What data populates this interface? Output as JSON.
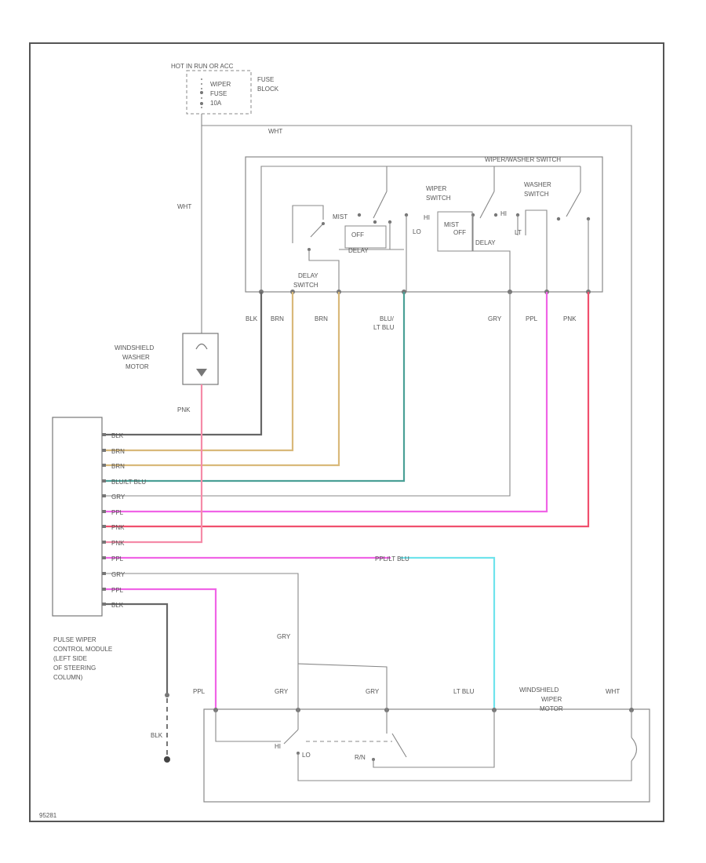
{
  "diagram": {
    "top_labels": {
      "hot_line": "HOT IN RUN OR ACC",
      "wiper_fuse": [
        "WIPER",
        "FUSE",
        "10A"
      ],
      "fuse_block": [
        "FUSE",
        "BLOCK"
      ],
      "wht_top": "WHT",
      "wht_left": "WHT"
    },
    "switch_assembly": {
      "title": "WIPER/WASHER SWITCH",
      "wiper_switch": [
        "WIPER",
        "SWITCH"
      ],
      "washer_switch": [
        "WASHER",
        "SWITCH"
      ],
      "mist": "MIST",
      "off_left": "OFF",
      "delay_left": "DELAY",
      "hi_left": "HI",
      "lo": "LO",
      "hi_right": "HI",
      "mist_off": [
        "MIST",
        "OFF"
      ],
      "delay_right": "DELAY",
      "lt": "LT",
      "delay_switch": [
        "DELAY",
        "SWITCH"
      ]
    },
    "switch_wire_labels": {
      "blk": "BLK",
      "brn1": "BRN",
      "brn2": "BRN",
      "blu_ltblu": [
        "BLU/",
        "LT BLU"
      ],
      "gry": "GRY",
      "ppl": "PPL",
      "pnk": "PNK"
    },
    "washer_motor": {
      "name": [
        "WINDSHIELD",
        "WASHER",
        "MOTOR"
      ],
      "pnk_label": "PNK"
    },
    "module": {
      "name": [
        "PULSE WIPER",
        "CONTROL MODULE",
        "(LEFT SIDE",
        "OF STEERING",
        "COLUMN)"
      ],
      "pins": [
        "BLK",
        "BRN",
        "BRN",
        "BLU/LT BLU",
        "GRY",
        "PPL",
        "PNK",
        "PNK",
        "PPL",
        "GRY",
        "PPL",
        "BLK"
      ]
    },
    "lower_labels": {
      "ppl_ltblu": "PPL/LT BLU",
      "gry_mid": "GRY",
      "ppl_left": "PPL",
      "gry_a": "GRY",
      "gry_b": "GRY",
      "lt_blu": "LT BLU",
      "wht": "WHT",
      "blk_ground": "BLK",
      "hi_tag": "HI",
      "lo_tag": "LO",
      "rn_tag": "R/N"
    },
    "wiper_motor": {
      "name": [
        "WINDSHIELD",
        "WIPER",
        "MOTOR"
      ]
    },
    "diagram_code": "95281"
  },
  "colors": {
    "blk": "#666666",
    "brn": "#d9b97a",
    "blu_ltblu": "#4aa096",
    "gry": "#aaaaaa",
    "ppl": "#f064e6",
    "pnk": "#f0506e",
    "pnk_light": "#f58aa8",
    "lt_blu": "#6fe3ec",
    "frame": "#555555"
  }
}
